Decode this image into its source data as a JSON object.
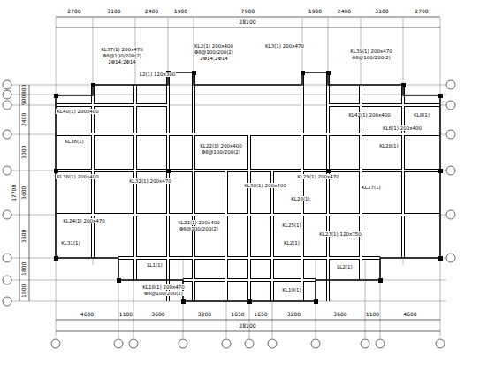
{
  "diagram": {
    "labels": [
      "2700",
      "3100",
      "2400",
      "1900",
      "7900",
      "1900",
      "2400",
      "3100",
      "2700",
      "28100",
      "4600",
      "1100",
      "3600",
      "3200",
      "1650",
      "1650",
      "3200",
      "3600",
      "1100",
      "4600",
      "28100",
      "800",
      "900",
      "2400",
      "3000",
      "3600",
      "3600",
      "1800",
      "1800",
      "17700",
      "KL37(1) 200x470",
      "Φ8@100/200(2)",
      "2Φ14;2Φ14",
      "L2(1) 120x300",
      "KL2(1) 200x400",
      "Φ8@100/200(2)",
      "2Φ14;2Φ14",
      "KL3(1) 200x470",
      "KL39(1) 200x470",
      "Φ8@100/200(2)",
      "KL40(1) 200x400",
      "KL36(1)",
      "KL42(1) 200x400",
      "KL6(1) 200x400",
      "KL28(1)",
      "KL38(1) 200x400",
      "KL22(1) 200x400",
      "Φ8@100/200(2)",
      "KL29(1) 200x470",
      "KL30(1) 200x400",
      "KL32(1) 200x470",
      "KL27(1)",
      "KL26(1)",
      "KL24(1) 200x470",
      "KL21(1) 200x400",
      "Φ8@100/200(2)",
      "KL23(1) 120x350",
      "KL2(1)",
      "KL25(1)",
      "LL2(1)",
      "LL1(1)",
      "KL18(1) 200x470",
      "Φ8@100/200(2)",
      "KL19(1)",
      "KL31(1)",
      "KL8(1)"
    ]
  }
}
